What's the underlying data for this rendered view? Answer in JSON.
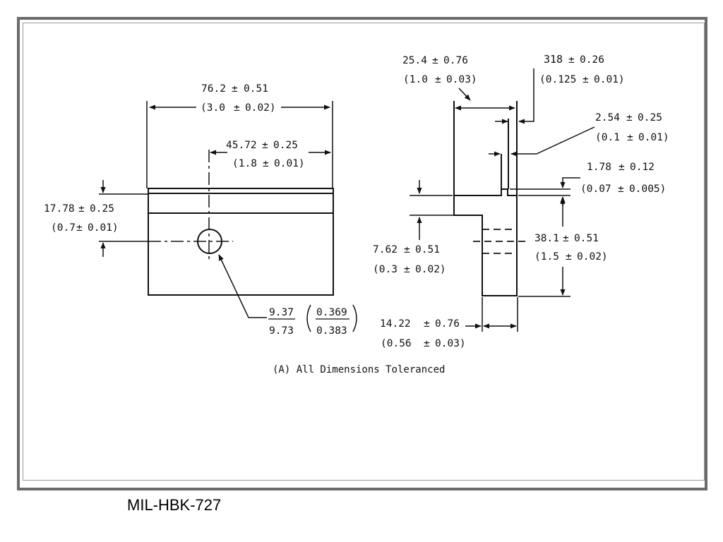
{
  "left_view": {
    "width_dim": {
      "nominal": "76.2",
      "tol": "0.51",
      "imperial": "(3.0 ± 0.02)",
      "imperial_pre": "(3.0 ",
      "imperial_tol": "0.02)"
    },
    "hole_offset_dim": {
      "nominal": "45.72",
      "tol": "0.25",
      "imperial_pre": "(1.8 ",
      "imperial_tol": "0.01)"
    },
    "hole_height_dim": {
      "nominal": "17.78",
      "tol": "0.25",
      "imperial_pre": "(0.7 ",
      "imperial_tol": "0.01)"
    },
    "hole_diameter": {
      "metric_upper": "9.37",
      "metric_lower": "9.73",
      "imperial_upper": "0.369",
      "imperial_lower": "0.383"
    }
  },
  "right_view": {
    "overall_width_dim": {
      "nominal": "25.4",
      "tol": "0.76",
      "imperial_pre": "(1.0 ",
      "imperial_tol": "0.03)"
    },
    "wall_dim": {
      "nominal": "318",
      "tol": "0.26",
      "imperial_pre": "(0.125 ",
      "imperial_tol": "0.01)"
    },
    "slot_width_dim": {
      "nominal": "2.54",
      "tol": "0.25",
      "imperial_pre": "(0.1 ",
      "imperial_tol": "0.01)"
    },
    "slot_depth_dim": {
      "nominal": "1.78",
      "tol": "0.12",
      "imperial_pre": "(0.07 ",
      "imperial_tol": "0.005)"
    },
    "flange_thickness_dim": {
      "nominal": "7.62",
      "tol": "0.51",
      "imperial_pre": "(0.3 ",
      "imperial_tol": "0.02)"
    },
    "height_dim": {
      "nominal": "38.1",
      "tol": "0.51",
      "imperial_pre": "(1.5 ",
      "imperial_tol": "0.02)"
    },
    "leg_width_dim": {
      "nominal": "14.22",
      "tol": "0.76",
      "imperial_pre": "(0.56 ",
      "imperial_tol": "0.03)"
    }
  },
  "plus_minus": "±",
  "caption": "(A)  All Dimensions Toleranced",
  "source_label": "MIL-HBK-727"
}
